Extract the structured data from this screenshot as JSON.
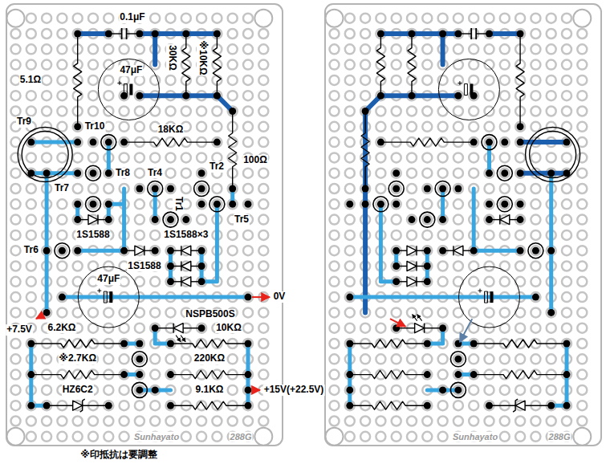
{
  "diagram": {
    "caption": "※印抵抗は要調整",
    "labels": [
      "0.1μF",
      "5.1Ω",
      "47μF",
      "30KΩ",
      "※10KΩ",
      "Tr9",
      "Tr10",
      "18KΩ",
      "100Ω",
      "Tr8",
      "Tr4",
      "Tr2",
      "Tr7",
      "Tr1",
      "Tr5",
      "1S1588",
      "1S1588×3",
      "Tr6",
      "1S1588",
      "47μF",
      "NSPB500S",
      "0V",
      "+7.5V",
      "6.2KΩ",
      "10KΩ",
      "※2.7KΩ",
      "220KΩ",
      "HZ6C2",
      "9.1KΩ",
      "+15V(+22.5V)",
      "Sunhayato",
      "288G",
      "Sunhayato",
      "288G"
    ]
  }
}
